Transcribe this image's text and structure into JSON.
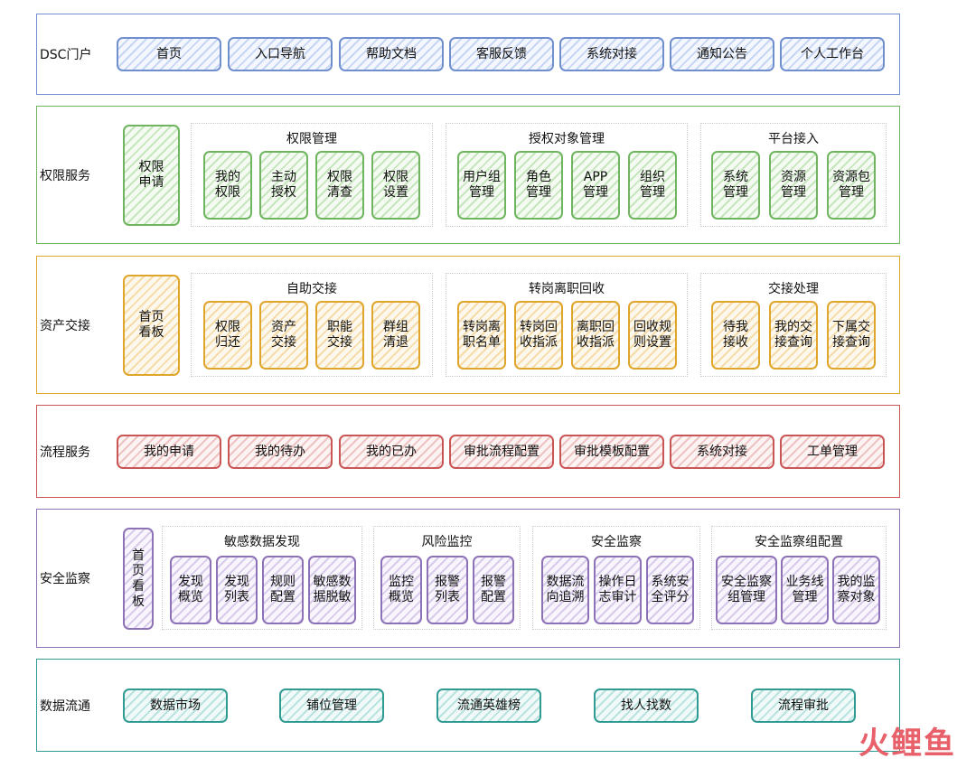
{
  "sections": {
    "dsc": {
      "label": "DSC门户",
      "items": [
        "首页",
        "入口导航",
        "帮助文档",
        "客服反馈",
        "系统对接",
        "通知公告",
        "个人工作台"
      ]
    },
    "auth": {
      "label": "权限服务",
      "main_item": "权限\n申请",
      "groups": [
        {
          "title": "权限管理",
          "items": [
            "我的\n权限",
            "主动\n授权",
            "权限\n清查",
            "权限\n设置"
          ]
        },
        {
          "title": "授权对象管理",
          "items": [
            "用户组\n管理",
            "角色\n管理",
            "APP\n管理",
            "组织\n管理"
          ]
        },
        {
          "title": "平台接入",
          "items": [
            "系统\n管理",
            "资源\n管理",
            "资源包\n管理"
          ]
        }
      ]
    },
    "asset": {
      "label": "资产交接",
      "main_item": "首页\n看板",
      "groups": [
        {
          "title": "自助交接",
          "items": [
            "权限\n归还",
            "资产\n交接",
            "职能\n交接",
            "群组\n清退"
          ]
        },
        {
          "title": "转岗离职回收",
          "items": [
            "转岗离\n职名单",
            "转岗回\n收指派",
            "离职回\n收指派",
            "回收规\n则设置"
          ]
        },
        {
          "title": "交接处理",
          "items": [
            "待我\n接收",
            "我的交\n接查询",
            "下属交\n接查询"
          ]
        }
      ]
    },
    "flow": {
      "label": "流程服务",
      "items": [
        "我的申请",
        "我的待办",
        "我的已办",
        "审批流程配置",
        "审批模板配置",
        "系统对接",
        "工单管理"
      ]
    },
    "security": {
      "label": "安全监察",
      "main_item": "首\n页\n看\n板",
      "groups": [
        {
          "title": "敏感数据发现",
          "items": [
            "发现\n概览",
            "发现\n列表",
            "规则\n配置",
            "敏感数\n据脱敏"
          ]
        },
        {
          "title": "风险监控",
          "items": [
            "监控\n概览",
            "报警\n列表",
            "报警\n配置"
          ]
        },
        {
          "title": "安全监察",
          "items": [
            "数据流\n向追溯",
            "操作日\n志审计",
            "系统安\n全评分"
          ]
        },
        {
          "title": "安全监察组配置",
          "items": [
            "安全监察\n组管理",
            "业务线\n管理",
            "我的监\n察对象"
          ]
        }
      ]
    },
    "data": {
      "label": "数据流通",
      "items": [
        "数据市场",
        "铺位管理",
        "流通英雄榜",
        "找人找数",
        "流程审批"
      ]
    }
  },
  "watermark": "火鲤鱼",
  "colors": {
    "dsc": "#6f8fcf",
    "auth": "#6fb55f",
    "asset": "#e0a52b",
    "flow": "#c95555",
    "security": "#8e72b8",
    "data": "#2f9b92"
  }
}
